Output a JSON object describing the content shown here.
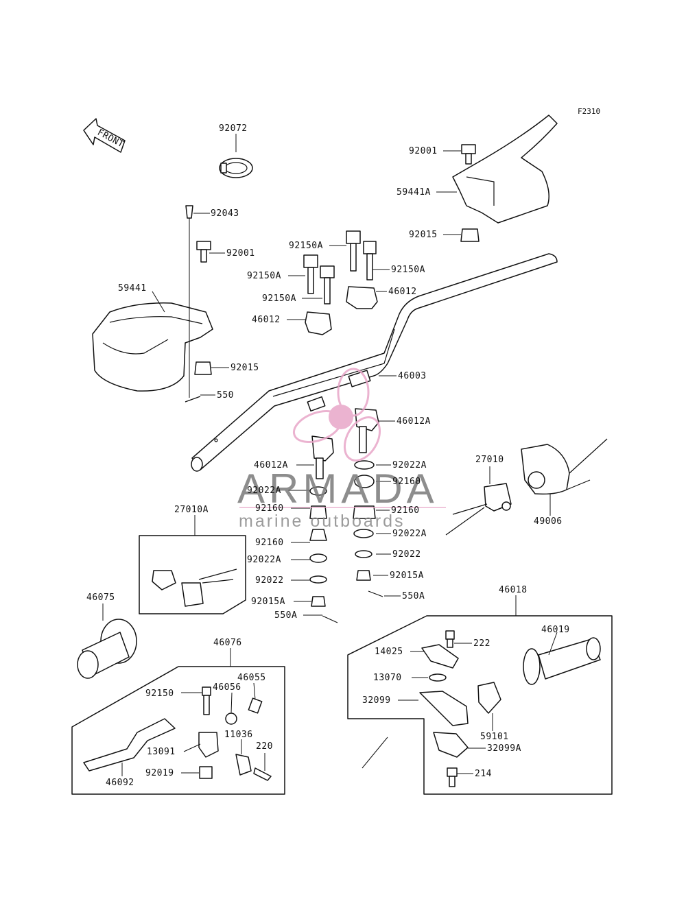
{
  "figure_code": "F2310",
  "front_label": "FRONT",
  "watermark": {
    "brand": "ARMADA",
    "tagline": "marine outboards",
    "color": "#e8a6c8"
  },
  "callouts": [
    "92072",
    "92001",
    "59441A",
    "92015",
    "92043",
    "92001",
    "92150A",
    "92150A",
    "92150A",
    "92150A",
    "46012",
    "46012",
    "59441",
    "92015",
    "550",
    "46003",
    "46012A",
    "46012A",
    "92022A",
    "27010",
    "92022A",
    "92160",
    "92160",
    "92160",
    "49006",
    "27010A",
    "92160",
    "92022A",
    "92022A",
    "92022",
    "92022",
    "92015A",
    "92015A",
    "550A",
    "550A",
    "46018",
    "46075",
    "46019",
    "222",
    "14025",
    "46076",
    "13070",
    "46055",
    "92150",
    "46056",
    "32099",
    "11036",
    "59101",
    "220",
    "13091",
    "32099A",
    "92019",
    "214",
    "46092"
  ]
}
